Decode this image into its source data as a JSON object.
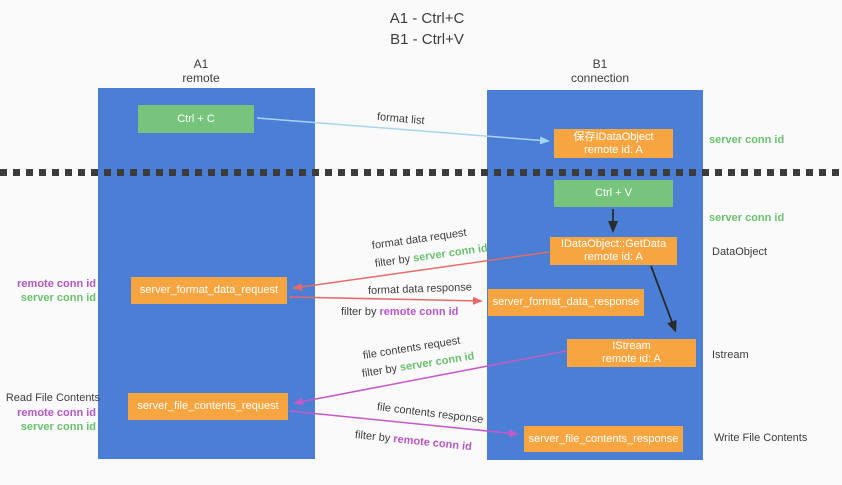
{
  "title": {
    "line1": "A1 - Ctrl+C",
    "line2": "B1 - Ctrl+V"
  },
  "lanes": {
    "left": {
      "name": "A1",
      "role": "remote"
    },
    "right": {
      "name": "B1",
      "role": "connection"
    }
  },
  "nodes": {
    "ctrl_c": {
      "label": "Ctrl + C"
    },
    "save_idataobject": {
      "line1": "保存IDataObject",
      "line2": "remote id: A"
    },
    "ctrl_v": {
      "label": "Ctrl + V"
    },
    "getdata": {
      "line1": "IDataObject::GetData",
      "line2": "remote id: A"
    },
    "format_request": {
      "label": "server_format_data_request"
    },
    "format_response": {
      "label": "server_format_data_response"
    },
    "istream": {
      "line1": "IStream",
      "line2": "remote id: A"
    },
    "file_request": {
      "label": "server_file_contents_request"
    },
    "file_response": {
      "label": "server_file_contents_response"
    }
  },
  "flow_labels": {
    "format_list": "format list",
    "format_data_request": "format data request",
    "format_data_response": "format data response",
    "file_contents_request": "file contents request",
    "file_contents_response": "file contents response",
    "filter_by": "filter by",
    "server_conn_id": "server conn id",
    "remote_conn_id": "remote conn id"
  },
  "side_labels": {
    "left": {
      "remote_conn_id_top": "remote conn id",
      "server_conn_id_top": "server conn id",
      "read_file_contents": "Read File Contents",
      "remote_conn_id_bottom": "remote conn id",
      "server_conn_id_bottom": "server conn id"
    },
    "right": {
      "server_conn_id_top": "server conn id",
      "server_conn_id_mid": "server conn id",
      "dataobject": "DataObject",
      "istream": "Istream",
      "write_file_contents": "Write File Contents"
    }
  },
  "colors": {
    "lane_blue": "#4a7fd5",
    "node_orange": "#f7a541",
    "node_green": "#77c57d",
    "text_green": "#6bc06e",
    "text_purple": "#b457c6",
    "arrow_light_blue": "#a9d4f0",
    "arrow_red": "#e66a6a",
    "arrow_magenta": "#c45ac8",
    "arrow_black": "#2a2a2a",
    "text_dark": "#3d3d3d",
    "background": "#fafafa"
  }
}
